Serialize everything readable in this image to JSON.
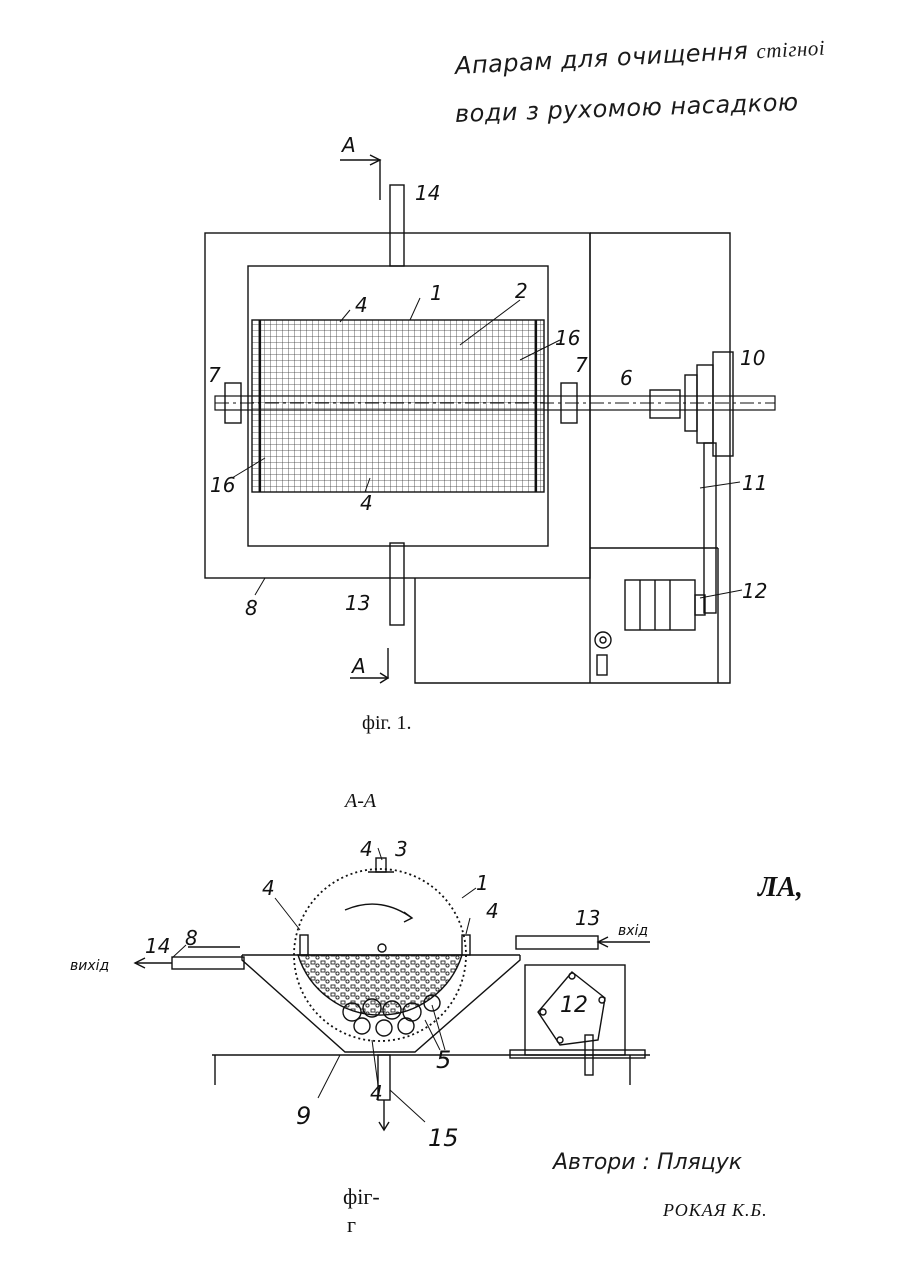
{
  "title": {
    "line1_hand": "Апарам для очищення",
    "line1_print": "стігноі",
    "line2": "води з рухомою насадкою"
  },
  "figure1": {
    "caption": "фіг. 1.",
    "section_marker": "A",
    "labels": {
      "l1": "1",
      "l2": "2",
      "l4a": "4",
      "l4b": "4",
      "l6": "6",
      "l7a": "7",
      "l7b": "7",
      "l8": "8",
      "l10": "10",
      "l11": "11",
      "l12": "12",
      "l13": "13",
      "l14": "14",
      "l16a": "16",
      "l16b": "16"
    }
  },
  "figure2": {
    "section": "A-A",
    "caption_line1": "фіг-",
    "caption_line2": "г",
    "inlet_label": "вхід",
    "outlet_label": "вихід",
    "labels": {
      "l1": "1",
      "l3": "3",
      "l4a": "4",
      "l4b": "4",
      "l4c": "4",
      "l4d": "4",
      "l5": "5",
      "l8": "8",
      "l9": "9",
      "l12": "12",
      "l13": "13",
      "l14": "14",
      "l15": "15"
    }
  },
  "side_mark": "ЛА,",
  "authors": {
    "label": "Автори : Пляцук",
    "name": "РОКАЯ К.Б."
  }
}
